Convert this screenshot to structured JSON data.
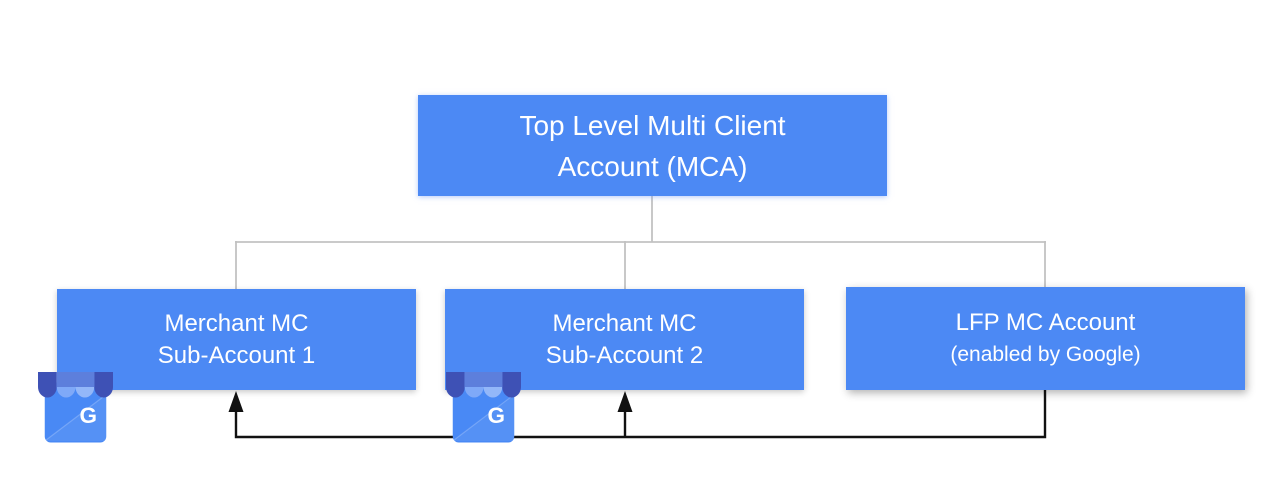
{
  "diagram": {
    "nodes": {
      "mca": {
        "line1": "Top Level Multi Client",
        "line2": "Account (MCA)"
      },
      "merchant1": {
        "line1": "Merchant MC",
        "line2": "Sub-Account 1"
      },
      "merchant2": {
        "line1": "Merchant MC",
        "line2": "Sub-Account 2"
      },
      "lfp": {
        "line1": "LFP MC Account",
        "line2": "(enabled by Google)"
      }
    },
    "edges": [
      {
        "from": "mca",
        "to": "merchant1",
        "type": "tree-line"
      },
      {
        "from": "mca",
        "to": "merchant2",
        "type": "tree-line"
      },
      {
        "from": "mca",
        "to": "lfp",
        "type": "tree-line"
      },
      {
        "from": "lfp",
        "to": "merchant1",
        "type": "arrow"
      },
      {
        "from": "lfp",
        "to": "merchant2",
        "type": "arrow"
      }
    ],
    "icons": [
      {
        "name": "google-business-profile-icon",
        "attached_to": "merchant1",
        "letter": "G"
      },
      {
        "name": "google-business-profile-icon",
        "attached_to": "merchant2",
        "letter": "G"
      }
    ],
    "icon_letter": "G"
  },
  "colors": {
    "node_fill": "#4c89f4",
    "node_text": "#ffffff",
    "tree_line": "#c2c2c2",
    "arrow_line": "#111111",
    "background": "#ffffff",
    "icon_awning_dark": "#3e51b5",
    "icon_awning_light": "#7fa9f8",
    "icon_body": "#4989f5"
  }
}
